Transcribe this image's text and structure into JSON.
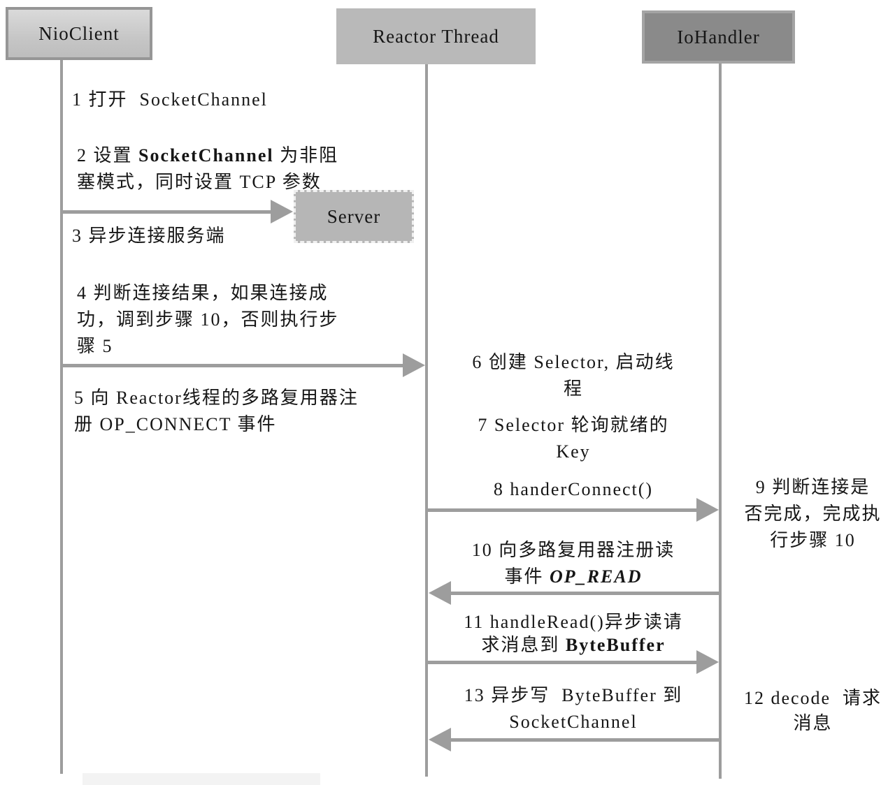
{
  "actors": {
    "nioclient": "NioClient",
    "reactor": "Reactor Thread",
    "iohandler": "IoHandler",
    "server": "Server"
  },
  "colors": {
    "line_gray": "#9d9d9d",
    "nioclient_fill": "#cccccc",
    "reactor_fill": "#b9b9b9",
    "iohandler_fill": "#8a8a8a",
    "server_fill": "#b6b6b6",
    "text": "#161616"
  },
  "steps": {
    "s1": {
      "l1": "1 打开  SocketChannel"
    },
    "s2": {
      "l1a": "2 设置 ",
      "l1b": "SocketChannel",
      "l1c": " 为非阻",
      "l2": "塞模式，同时设置 TCP 参数"
    },
    "s3": {
      "l1": "3 异步连接服务端"
    },
    "s4": {
      "l1": "4 判断连接结果，如果连接成",
      "l2": "功，调到步骤 10，否则执行步",
      "l3": "骤 5"
    },
    "s5": {
      "l1": "5 向 Reactor线程的多路复用器注",
      "l2": "册 OP_CONNECT 事件"
    },
    "s6": {
      "l1": "6 创建 Selector, 启动线",
      "l2": "程"
    },
    "s7": {
      "l1": "7 Selector 轮询就绪的",
      "l2": "Key"
    },
    "s8": {
      "l1": "8 handerConnect()"
    },
    "s9": {
      "l1": "9 判断连接是",
      "l2": "否完成，完成执",
      "l3": "行步骤 10"
    },
    "s10": {
      "l1": "10 向多路复用器注册读",
      "l2a": "事件 ",
      "l2b": "OP_READ"
    },
    "s11": {
      "l1": "11 handleRead()异步读请",
      "l2a": "求消息到 ",
      "l2b": "ByteBuffer"
    },
    "s12": {
      "l1": "12 decode  请求",
      "l2": "消息"
    },
    "s13": {
      "l1": "13 异步写  ByteBuffer 到",
      "l2": "SocketChannel"
    }
  }
}
